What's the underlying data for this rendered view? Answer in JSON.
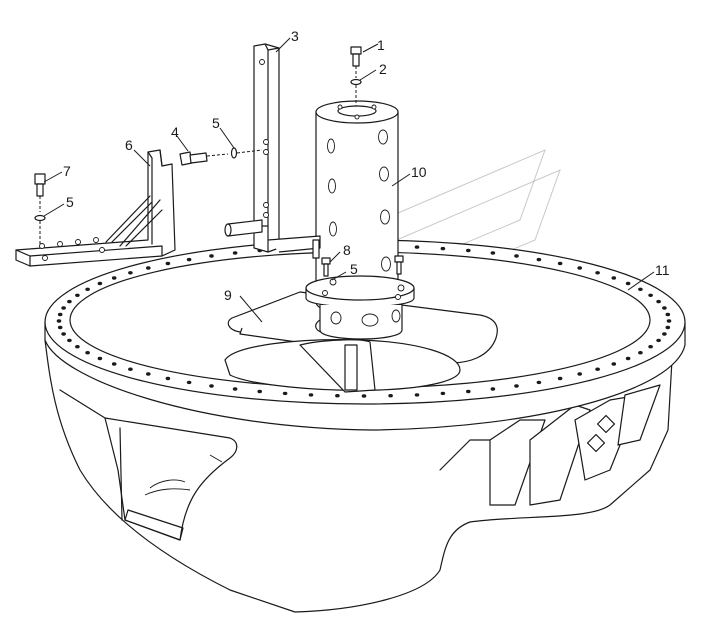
{
  "labels": {
    "l1": "1",
    "l2": "2",
    "l3": "3",
    "l4": "4",
    "l5a": "5",
    "l6": "6",
    "l7": "7",
    "l5b": "5",
    "l8": "8",
    "l5c": "5",
    "l9": "9",
    "l10": "10",
    "l11": "11"
  },
  "colors": {
    "line": "#1a1a1a",
    "background": "#ffffff"
  }
}
